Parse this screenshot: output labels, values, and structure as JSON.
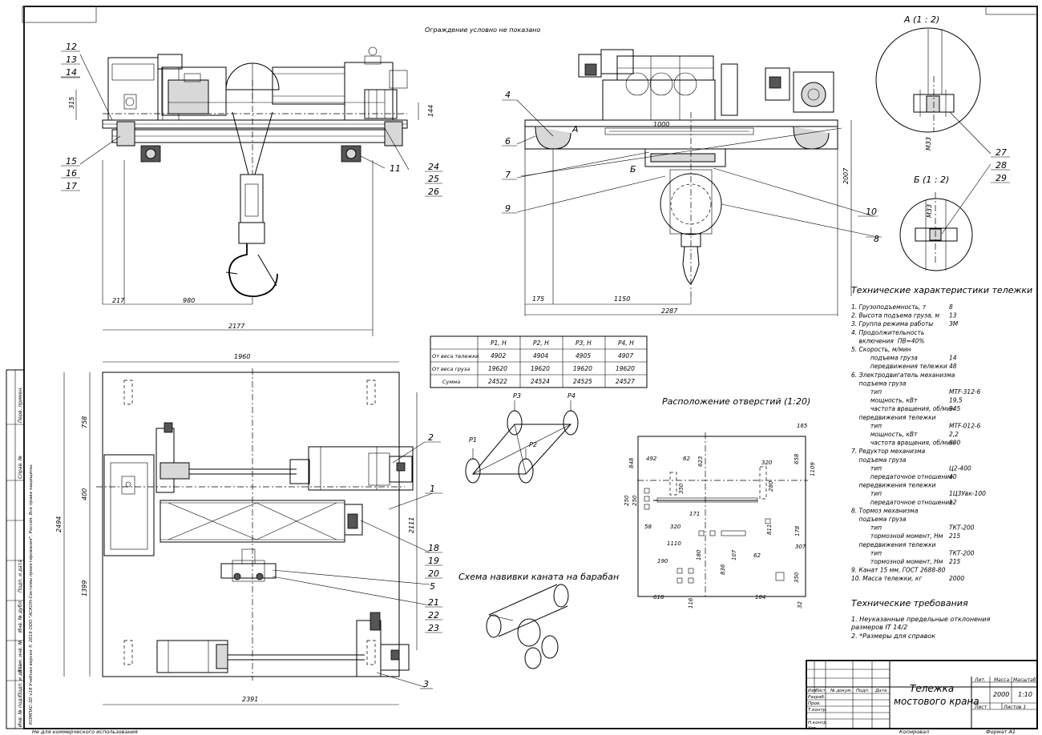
{
  "note_top": "Ограждение условно не показано",
  "section_a": "А (1 : 2)",
  "section_b": "Б (1 : 2)",
  "holes_title": "Расположение отверстий (1:20)",
  "rope_title": "Схема навивки каната на барабан",
  "char_title": "Технические характеристики тележки",
  "req_title": "Технические требования",
  "specs": [
    {
      "t": "1. Грузоподъемность, т",
      "v": "8"
    },
    {
      "t": "2. Высота подъема груза, м",
      "v": "13"
    },
    {
      "t": "3. Группа режима работы",
      "v": "3М"
    },
    {
      "t": "4. Продолжительность",
      "v": ""
    },
    {
      "t": "    включения  ПВ=40%",
      "v": ""
    },
    {
      "t": "5. Скорость, м/мин",
      "v": ""
    },
    {
      "t": "          подъема груза",
      "v": "14"
    },
    {
      "t": "          передвижения тележки",
      "v": "48"
    },
    {
      "t": "6. Электродвигатель механизма",
      "v": ""
    },
    {
      "t": "    подъема груза",
      "v": ""
    },
    {
      "t": "          тип",
      "v": "МТF-312-6"
    },
    {
      "t": "          мощность, кВт",
      "v": "19,5"
    },
    {
      "t": "          частота вращения, об/мин",
      "v": "945"
    },
    {
      "t": "    передвижения тележки",
      "v": ""
    },
    {
      "t": "          тип",
      "v": "МТF-012-6"
    },
    {
      "t": "          мощность, кВт",
      "v": "2,2"
    },
    {
      "t": "          частота вращения, об/мин",
      "v": "890"
    },
    {
      "t": "7. Редуктор механизма",
      "v": ""
    },
    {
      "t": "    подъема груза",
      "v": ""
    },
    {
      "t": "          тип",
      "v": "Ц2-400"
    },
    {
      "t": "          передаточное отношение",
      "v": "40"
    },
    {
      "t": "    передвижения тележки",
      "v": ""
    },
    {
      "t": "          тип",
      "v": "1Ц3Увк-100"
    },
    {
      "t": "          передаточное отношение",
      "v": "12"
    },
    {
      "t": "8. Тормоз механизма",
      "v": ""
    },
    {
      "t": "    подъема груза",
      "v": ""
    },
    {
      "t": "          тип",
      "v": "ТКТ-200"
    },
    {
      "t": "          тормозной момент, Нм",
      "v": "215"
    },
    {
      "t": "    передвижения тележки",
      "v": ""
    },
    {
      "t": "          тип",
      "v": "ТКТ-200"
    },
    {
      "t": "          тормозной момент, Нм",
      "v": "215"
    },
    {
      "t": "9. Канат 15 мм, ГОСТ 2688-80",
      "v": ""
    },
    {
      "t": "10. Масса тележки, кг",
      "v": "2000"
    }
  ],
  "requirements": [
    "1. Неуказанные предельные отклонения",
    "    размеров IT 14/2",
    "2. *Размеры для справок"
  ],
  "load_table": {
    "headers": [
      "",
      "P1, Н",
      "P2, Н",
      "P3, Н",
      "P4, Н"
    ],
    "rows": [
      [
        "От веса тележки",
        "4902",
        "4904",
        "4905",
        "4907"
      ],
      [
        "От веса груза",
        "19620",
        "19620",
        "19620",
        "19620"
      ],
      [
        "Сумма",
        "24522",
        "24524",
        "24525",
        "24527"
      ]
    ]
  },
  "loads": [
    "P1",
    "P2",
    "P3",
    "P4"
  ],
  "title_block": {
    "name1": "Тележка",
    "name2": "мостового крана",
    "lit": "Лит.",
    "mass_h": "Масса",
    "scale_h": "Масштаб",
    "mass": "2000",
    "scale": "1:10",
    "sheet": "Лист",
    "sheets": "Листов   1",
    "rows": [
      "Изм.",
      "Лист",
      "№ докум.",
      "Подп.",
      "Дата",
      "Разраб.",
      "Пров.",
      "Т.контр.",
      "Н.контр.",
      "Утв."
    ],
    "copied": "Копировал",
    "format": "Формат   А1"
  },
  "bottom_note": "Не для коммерческого использования",
  "side_labels": [
    "Перв. примен.",
    "Справ. №",
    "Подп. и дата",
    "Инв. № дубл.",
    "Взам. инв. №",
    "Подп. и дата",
    "Инв. № подл."
  ],
  "side_notice": "КОМПАС-3D v18 Учебная версия © 2019 ООО \"АСКОН-Системы проектирования\", Россия. Все права защищены.",
  "dims_front": [
    "315",
    "144",
    "217",
    "980",
    "2177"
  ],
  "dims_side": [
    "1000",
    "2007",
    "175",
    "1150",
    "2287"
  ],
  "dims_plan": [
    "1960",
    "758",
    "400",
    "1399",
    "2494",
    "2111",
    "2391"
  ],
  "dims_holes": [
    "165",
    "492",
    "62",
    "623",
    "320",
    "658",
    "1109",
    "848",
    "250",
    "250",
    "350",
    "280",
    "58",
    "320",
    "171",
    "811",
    "178",
    "1110",
    "307",
    "190",
    "180",
    "107",
    "62",
    "836",
    "350",
    "618",
    "184",
    "32",
    "116"
  ],
  "sec_dim": "М33",
  "marks_section": [
    "А",
    "Б"
  ],
  "pos": [
    "1",
    "2",
    "3",
    "4",
    "5",
    "6",
    "7",
    "8",
    "9",
    "10",
    "11",
    "12",
    "13",
    "14",
    "15",
    "16",
    "17",
    "18",
    "19",
    "20",
    "21",
    "22",
    "23",
    "24",
    "25",
    "26",
    "27",
    "28",
    "29"
  ]
}
